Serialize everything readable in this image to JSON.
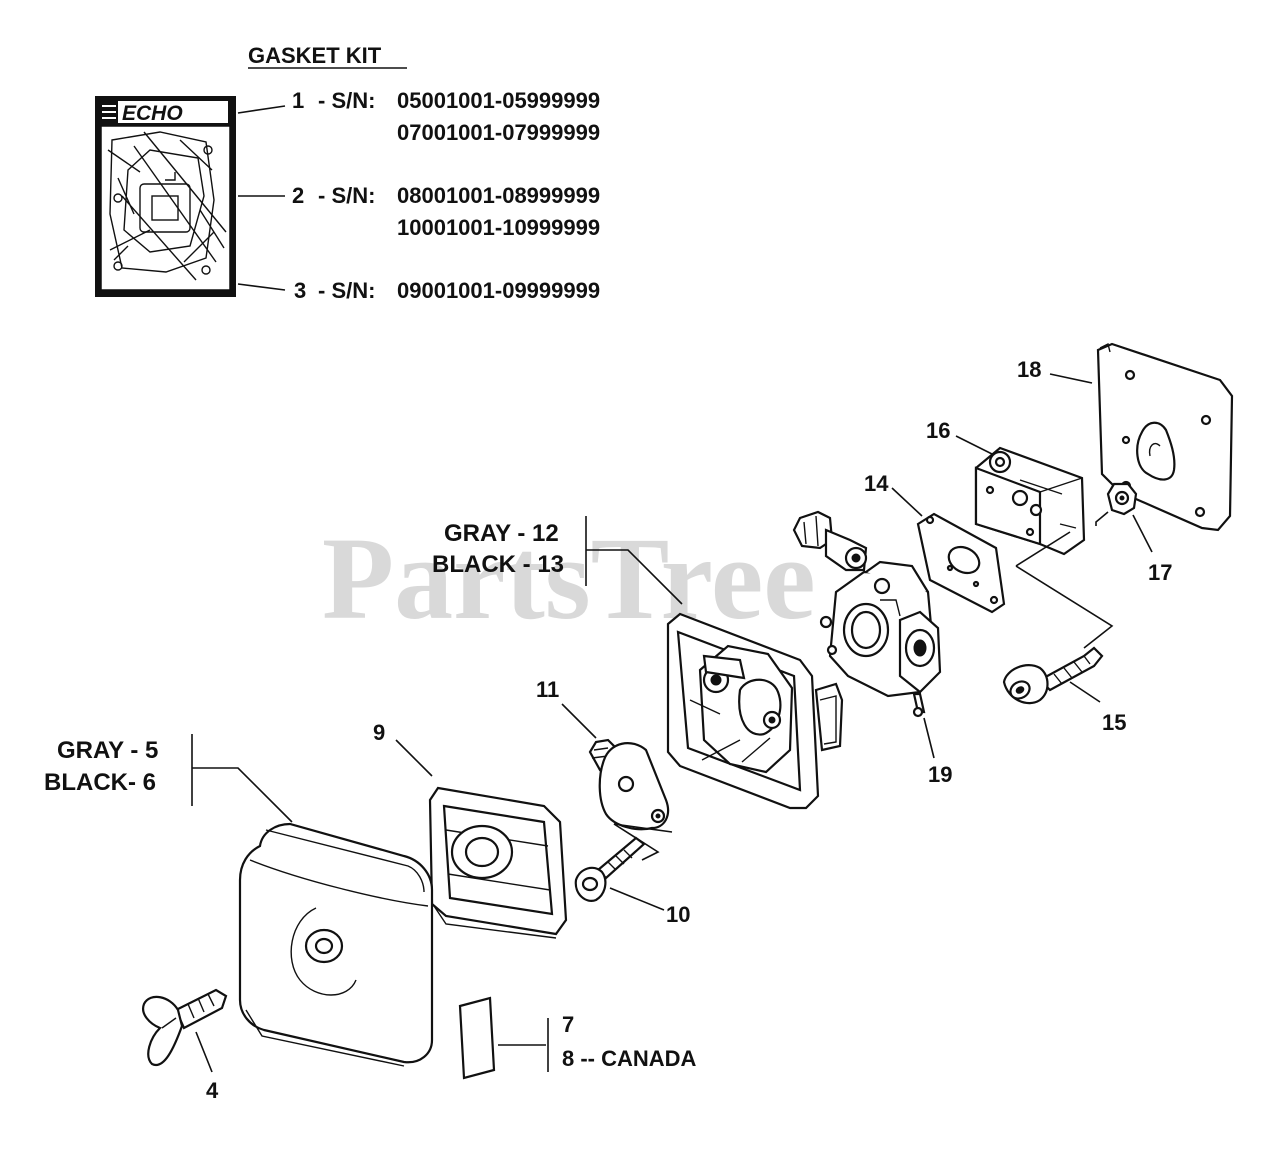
{
  "watermark": "PartsTree",
  "gasket_kit": {
    "title": "GASKET KIT",
    "brand": "ECHO",
    "entries": [
      {
        "item": "1",
        "sn_label": "- S/N:",
        "ranges": [
          "05001001-05999999",
          "07001001-07999999"
        ]
      },
      {
        "item": "2",
        "sn_label": "- S/N:",
        "ranges": [
          "08001001-08999999",
          "10001001-10999999"
        ]
      },
      {
        "item": "3",
        "sn_label": "- S/N:",
        "ranges": [
          "09001001-09999999"
        ]
      }
    ]
  },
  "callouts": {
    "cover_gray": "GRAY - 5",
    "cover_black": "BLACK- 6",
    "case_gray": "GRAY - 12",
    "case_black": "BLACK - 13",
    "label_7": "7",
    "label_8": "8 -- CANADA",
    "p4": "4",
    "p9": "9",
    "p10": "10",
    "p11": "11",
    "p14": "14",
    "p15": "15",
    "p16": "16",
    "p17": "17",
    "p18": "18",
    "p19": "19"
  }
}
